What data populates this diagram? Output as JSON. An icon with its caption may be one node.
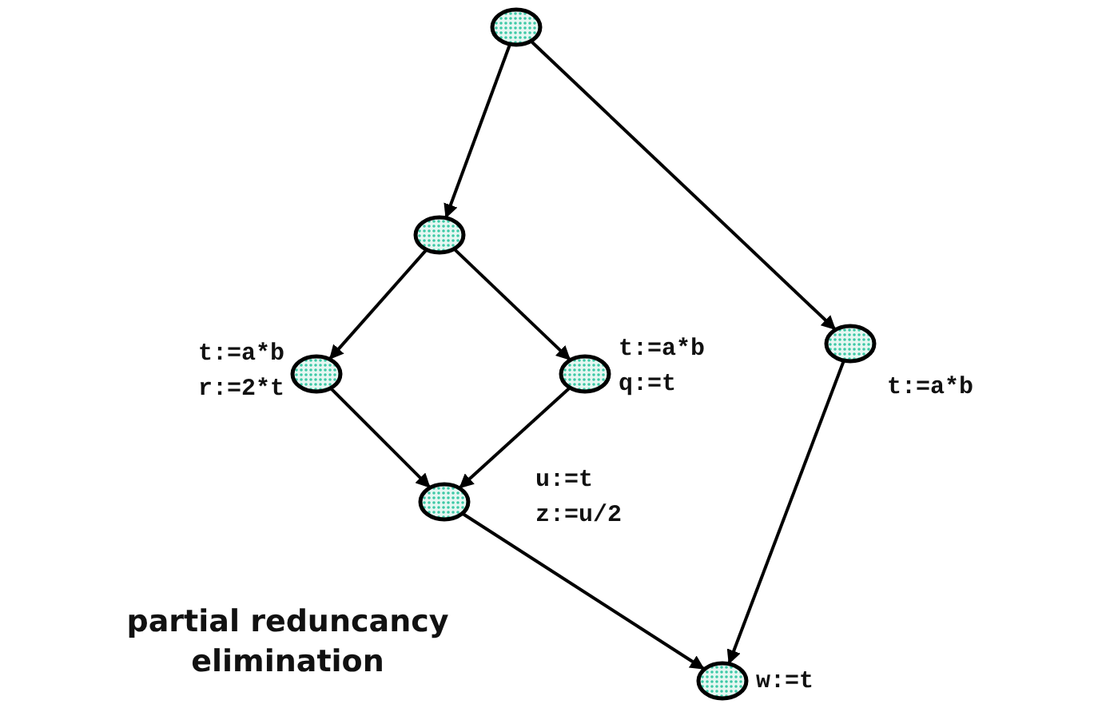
{
  "diagram": {
    "nodes": [
      {
        "text": [],
        "shape": "circle"
      },
      {
        "text": [],
        "shape": "circle"
      },
      {
        "text": [],
        "shape": "circle",
        "beside": [
          "t:=a*b",
          "r:=2*t"
        ]
      },
      {
        "text": [],
        "shape": "circle",
        "beside": [
          "t:=a*b",
          "q:=t"
        ]
      },
      {
        "text": [],
        "shape": "circle",
        "beside": [
          "t:=a*b"
        ]
      },
      {
        "text": [],
        "shape": "circle",
        "beside": [
          "u:=t",
          "z:=u/2"
        ]
      },
      {
        "text": [],
        "shape": "circle",
        "beside": [
          "w:=t"
        ]
      }
    ],
    "edges": [
      {
        "from": 0,
        "to": 1,
        "arrow": "to"
      },
      {
        "from": 0,
        "to": 4,
        "arrow": "to"
      },
      {
        "from": 1,
        "to": 2,
        "arrow": "to"
      },
      {
        "from": 1,
        "to": 3,
        "arrow": "to"
      },
      {
        "from": 2,
        "to": 5,
        "arrow": "to"
      },
      {
        "from": 3,
        "to": 5,
        "arrow": "to"
      },
      {
        "from": 5,
        "to": 6,
        "arrow": "to"
      },
      {
        "from": 4,
        "to": 6,
        "arrow": "to"
      }
    ],
    "labels": [
      "partial reduncancy elimination"
    ]
  }
}
